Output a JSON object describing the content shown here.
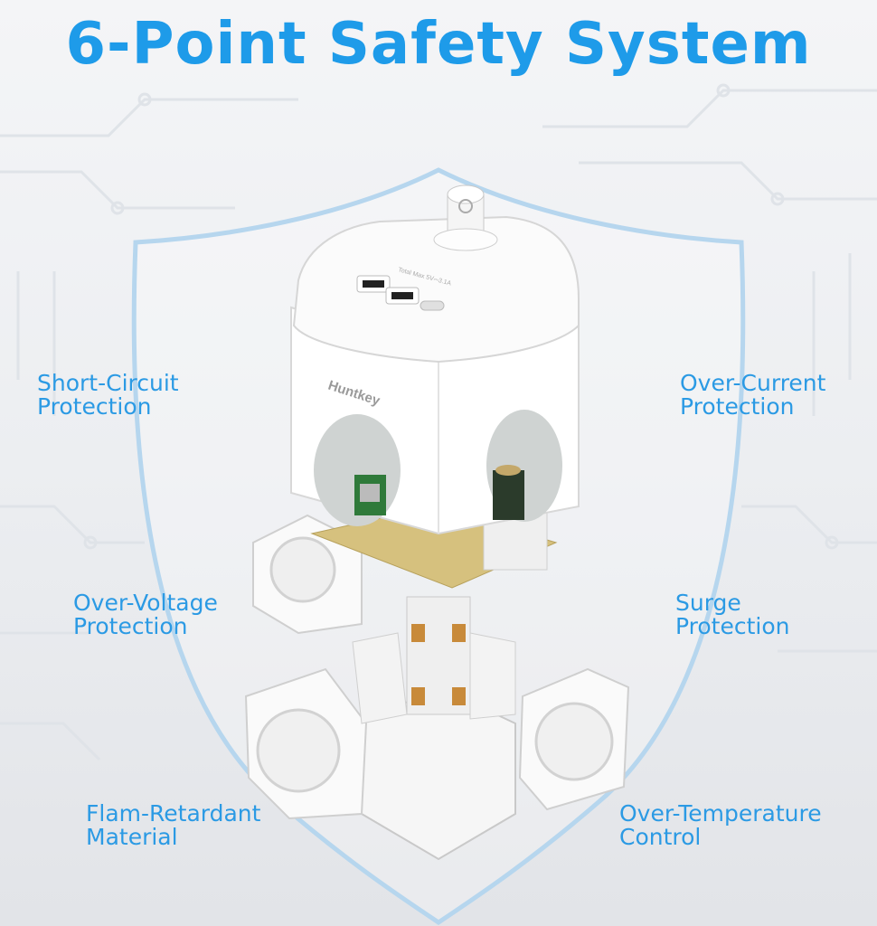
{
  "title": "6-Point Safety System",
  "features": [
    {
      "line1": "Short-Circuit",
      "line2": "Protection"
    },
    {
      "line1": "Over-Current",
      "line2": "Protection"
    },
    {
      "line1": "Over-Voltage",
      "line2": "Protection"
    },
    {
      "line1": "Surge",
      "line2": "Protection"
    },
    {
      "line1": "Flam-Retardant",
      "line2": "Material"
    },
    {
      "line1": "Over-Temperature",
      "line2": "Control"
    }
  ],
  "product": {
    "brand": "Huntkey",
    "rating": "Total Max 5V⎓3.1A"
  },
  "colors": {
    "accent": "#1e9be9",
    "label": "#2b9ae4"
  }
}
